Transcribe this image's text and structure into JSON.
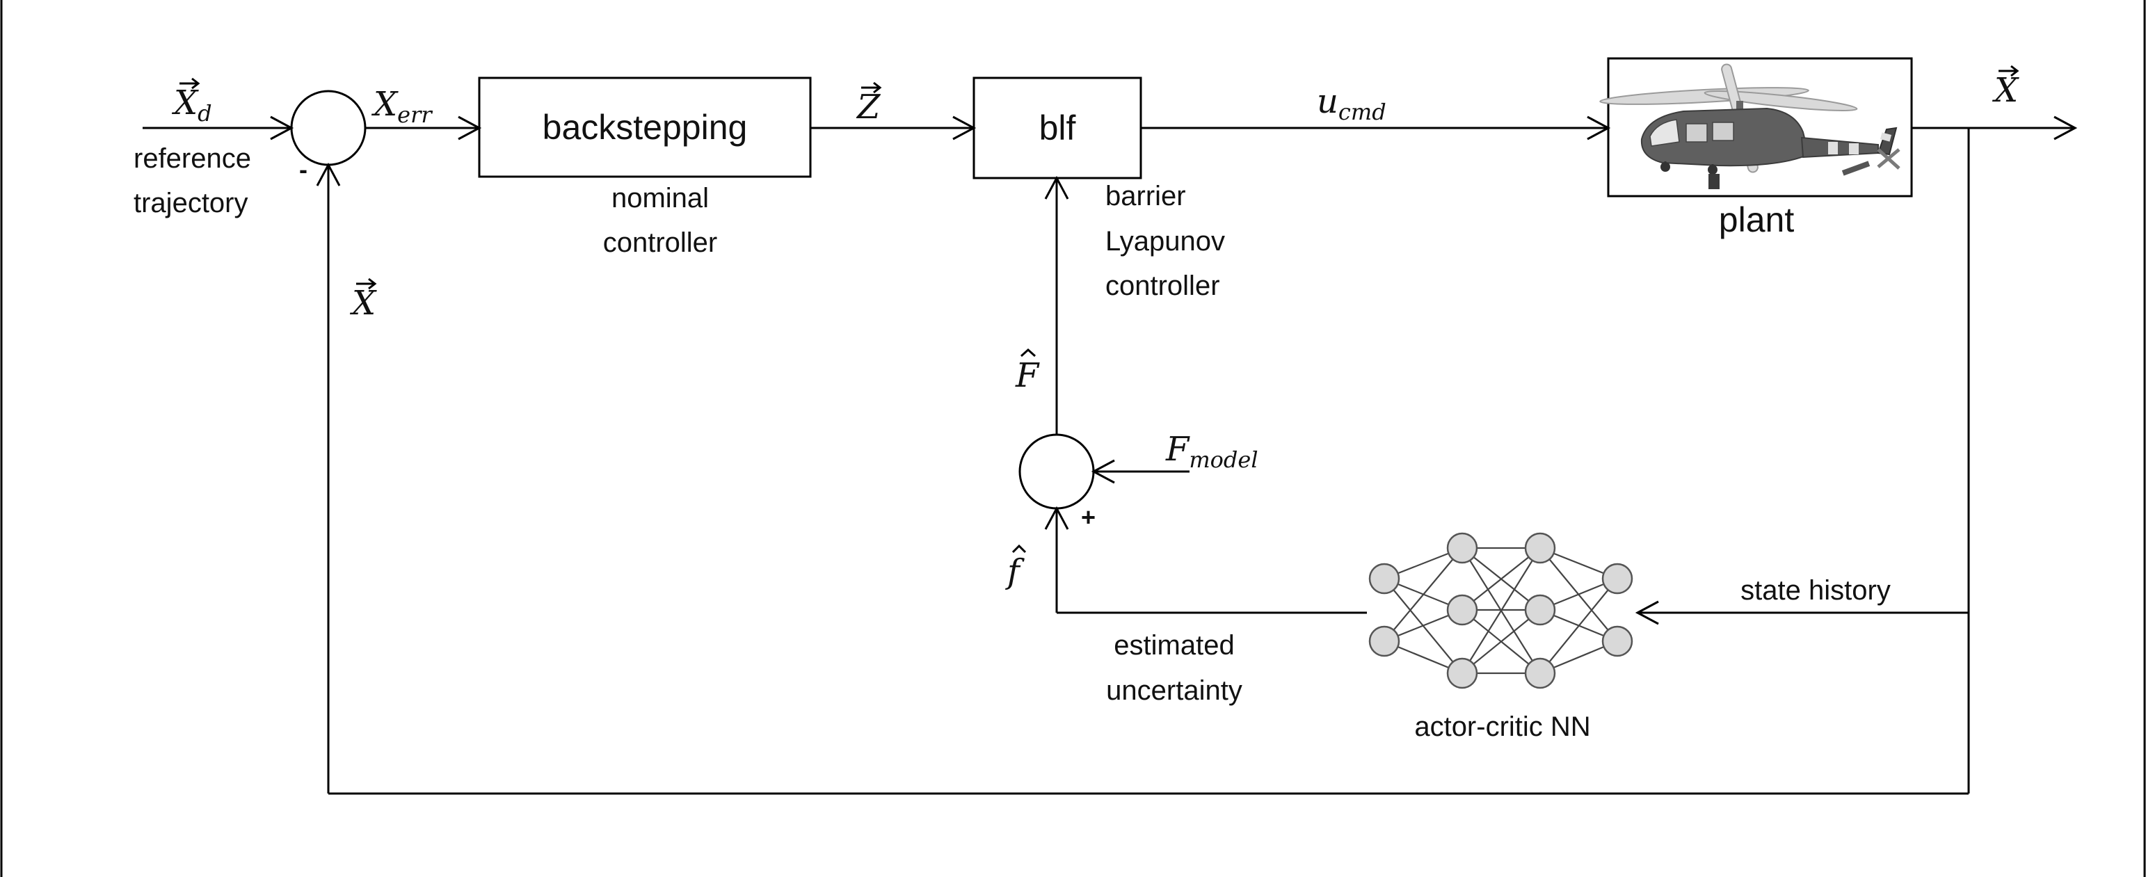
{
  "blocks": {
    "backstepping": "backstepping",
    "blf": "blf",
    "plant": "plant"
  },
  "captions": {
    "reference_line1": "reference",
    "reference_line2": "trajectory",
    "nominal_line1": "nominal",
    "nominal_line2": "controller",
    "barrier_line1": "barrier",
    "barrier_line2": "Lyapunov",
    "barrier_line3": "controller",
    "state_history": "state history",
    "estimated_line1": "estimated",
    "estimated_line2": "uncertainty",
    "nn_label": "actor-critic NN"
  },
  "signals": {
    "xd_base": "X",
    "xd_sub": "d",
    "xerr_base": "X",
    "xerr_sub": "err",
    "z": "Z",
    "ucmd_base": "u",
    "ucmd_sub": "cmd",
    "x_out": "X",
    "x_feedback": "X",
    "f_hat_upper": "F",
    "f_model_base": "F",
    "f_model_sub": "model",
    "f_hat_lower": "f"
  },
  "signs": {
    "sum1_minus": "-",
    "sum2_plus": "+"
  },
  "icons": {
    "plant_image": "helicopter-icon",
    "nn": "neural-network-icon"
  }
}
